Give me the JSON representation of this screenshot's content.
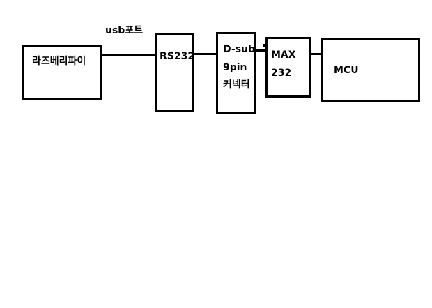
{
  "diagram": {
    "nodes": {
      "raspberry_pi": {
        "label": "라즈베리파이"
      },
      "rs232": {
        "label": "RS232"
      },
      "dsub": {
        "lines": [
          "D-sub",
          "9pin",
          "커넥터"
        ]
      },
      "max232": {
        "lines": [
          "MAX",
          "232"
        ]
      },
      "mcu": {
        "label": "MCU"
      }
    },
    "edges": [
      {
        "from": "raspberry_pi",
        "to": "rs232",
        "label": "usb포트"
      },
      {
        "from": "rs232",
        "to": "dsub"
      },
      {
        "from": "dsub",
        "to": "max232"
      },
      {
        "from": "max232",
        "to": "mcu"
      }
    ]
  }
}
